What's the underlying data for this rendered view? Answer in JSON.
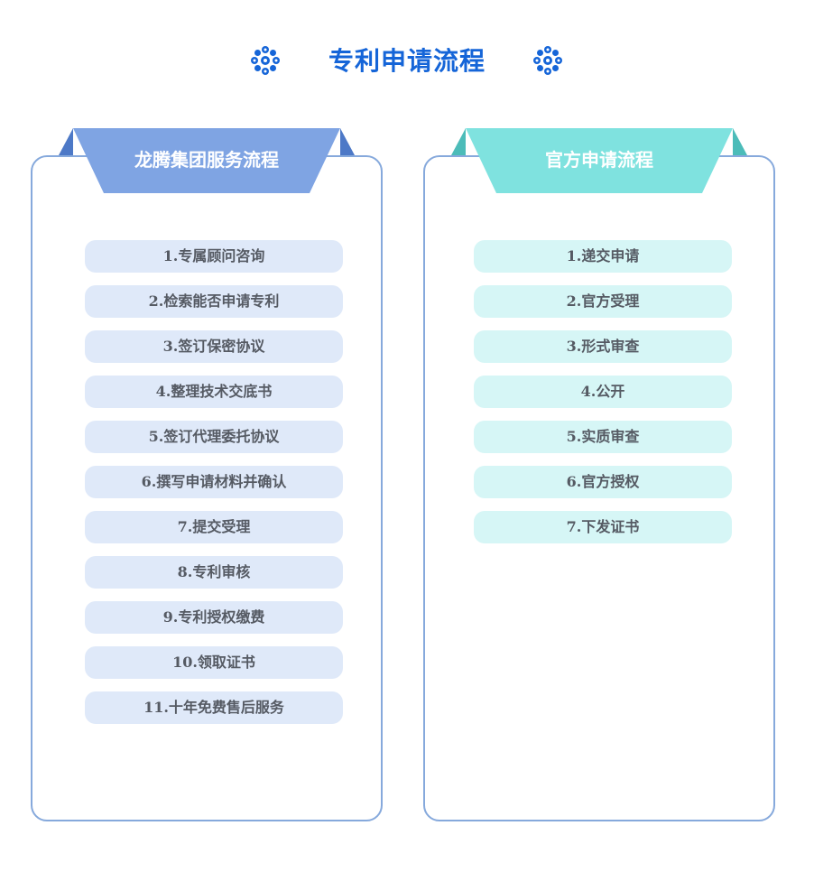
{
  "page": {
    "title": "专利申请流程",
    "accent_color": "#1565d8",
    "decoration_icon": "snowflake-flower-icon"
  },
  "left_panel": {
    "heading": "龙腾集团服务流程",
    "banner_color": "#7fa4e3",
    "fold_color": "#4d79c7",
    "item_bg": "#dfe9f9",
    "border_color": "#86a9dc",
    "steps": [
      "1.专属顾问咨询",
      "2.检索能否申请专利",
      "3.签订保密协议",
      "4.整理技术交底书",
      "5.签订代理委托协议",
      "6.撰写申请材料并确认",
      "7.提交受理",
      "8.专利审核",
      "9.专利授权缴费",
      "10.领取证书",
      "11.十年免费售后服务"
    ]
  },
  "right_panel": {
    "heading": "官方申请流程",
    "banner_color": "#7fe2df",
    "fold_color": "#4cbcb9",
    "item_bg": "#d6f6f6",
    "border_color": "#86a9dc",
    "steps": [
      "1.递交申请",
      "2.官方受理",
      "3.形式审查",
      "4.公开",
      "5.实质审查",
      "6.官方授权",
      "7.下发证书"
    ]
  }
}
